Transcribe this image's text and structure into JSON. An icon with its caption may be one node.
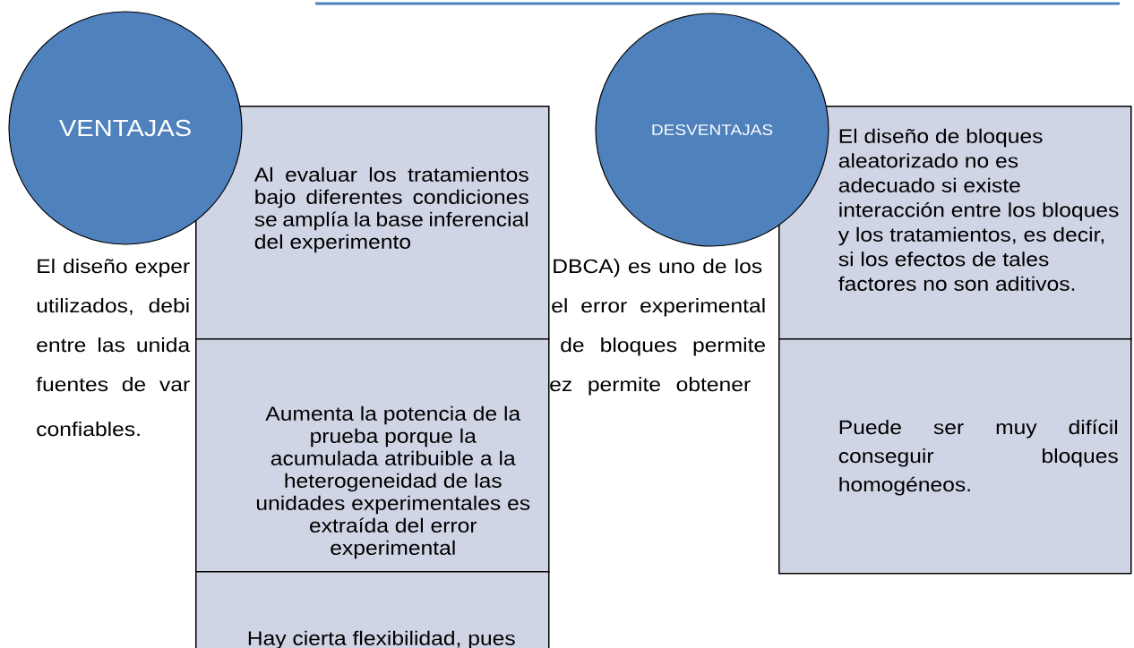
{
  "diagram": {
    "nodes": [
      {
        "text": [
          "VENTAJAS"
        ]
      },
      {
        "text": [
          "Al evaluar los tratamientos bajo diferentes condiciones se amplía la base inferencial del experimento"
        ]
      },
      {
        "text": [
          "Aumenta la potencia de la prueba porque la acumulada atribuible a la heterogeneidad de las unidades experimentales es extraída del error experimental"
        ]
      },
      {
        "text": [
          "Hay cierta flexibilidad, pues"
        ]
      },
      {
        "text": [
          "DESVENTAJAS"
        ]
      },
      {
        "text": [
          "El diseño de bloques aleatorizado no es adecuado si existe interacción entre los bloques y los tratamientos, es decir, si los efectos de tales factores no son aditivos."
        ]
      },
      {
        "text": [
          "Puede ser muy difícil conseguir bloques homogéneos."
        ]
      }
    ],
    "labels": [
      "El diseño exper",
      "DBCA) es uno de los",
      "utilizados, debi",
      "el error experimental",
      "entre las unida",
      "de bloques permite",
      "fuentes de var",
      "ez permite obtener",
      "confiables."
    ]
  }
}
